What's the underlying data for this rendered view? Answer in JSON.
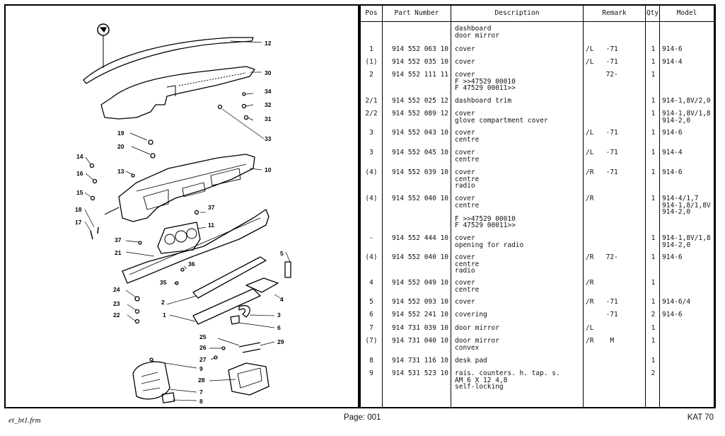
{
  "table": {
    "headers": {
      "pos": "Pos",
      "part": "Part Number",
      "desc": "Description",
      "remark": "Remark",
      "qty": "Qty",
      "model": "Model"
    },
    "rows": [
      {
        "pos": "",
        "part": "",
        "desc": "dashboard\ndoor mirror",
        "remark": "",
        "qty": "",
        "model": ""
      },
      {
        "pos": "1",
        "part": "914 552 063 10",
        "desc": "cover",
        "remark": "/L   -71",
        "qty": "1",
        "model": "914-6"
      },
      {
        "pos": "(1)",
        "part": "914 552 035 10",
        "desc": "cover",
        "remark": "/L   -71",
        "qty": "1",
        "model": "914-4"
      },
      {
        "pos": "2",
        "part": "914 552 111 11",
        "desc": "cover\nF              >>47529 00010\nF 47529 00011>>",
        "remark": "     72-",
        "qty": "1",
        "model": ""
      },
      {
        "pos": "2/1",
        "part": "914 552 025 12",
        "desc": "dashboard trim",
        "remark": "",
        "qty": "1",
        "model": "914-1,8V/2,0"
      },
      {
        "pos": "2/2",
        "part": "914 552 089 12",
        "desc": "cover\nglove compartment cover",
        "remark": "",
        "qty": "1",
        "model": "914-1,8V/1,8\n914-2,0"
      },
      {
        "pos": "3",
        "part": "914 552 043 10",
        "desc": "cover\ncentre",
        "remark": "/L   -71",
        "qty": "1",
        "model": "914-6"
      },
      {
        "pos": "3",
        "part": "914 552 045 10",
        "desc": "cover\ncentre",
        "remark": "/L   -71",
        "qty": "1",
        "model": "914-4"
      },
      {
        "pos": "(4)",
        "part": "914 552 039 10",
        "desc": "cover\ncentre\nradio",
        "remark": "/R   -71",
        "qty": "1",
        "model": "914-6"
      },
      {
        "pos": "(4)",
        "part": "914 552 040 10",
        "desc": "cover\ncentre\n\nF              >>47529 00010\nF 47529 00011>>",
        "remark": "/R",
        "qty": "1",
        "model": "914-4/1,7\n914-1,8/1,8V\n914-2,0"
      },
      {
        "pos": "-",
        "part": "914 552 444 10",
        "desc": "cover\nopening for radio",
        "remark": "",
        "qty": "1",
        "model": "914-1,8V/1,8\n914-2,0"
      },
      {
        "pos": "(4)",
        "part": "914 552 040 10",
        "desc": "cover\ncentre\nradio",
        "remark": "/R   72-",
        "qty": "1",
        "model": "914-6"
      },
      {
        "pos": "4",
        "part": "914 552 049 10",
        "desc": "cover\ncentre",
        "remark": "/R",
        "qty": "1",
        "model": ""
      },
      {
        "pos": "5",
        "part": "914 552 093 10",
        "desc": "cover",
        "remark": "/R   -71",
        "qty": "1",
        "model": "914-6/4"
      },
      {
        "pos": "6",
        "part": "914 552 241 10",
        "desc": "covering",
        "remark": "     -71",
        "qty": "2",
        "model": "914-6"
      },
      {
        "pos": "7",
        "part": "914 731 039 10",
        "desc": "door mirror",
        "remark": "/L",
        "qty": "1",
        "model": ""
      },
      {
        "pos": "(7)",
        "part": "914 731 040 10",
        "desc": "door mirror\nconvex",
        "remark": "/R    M",
        "qty": "1",
        "model": ""
      },
      {
        "pos": "8",
        "part": "914 731 116 10",
        "desc": "desk pad",
        "remark": "",
        "qty": "1",
        "model": ""
      },
      {
        "pos": "9",
        "part": "914 531 523 10",
        "desc": "rais. counters. h. tap. s.\nAM 6 X 12 4,8\nself-locking",
        "remark": "",
        "qty": "2",
        "model": ""
      }
    ]
  },
  "diagram": {
    "labels": [
      "12",
      "30",
      "34",
      "32",
      "31",
      "33",
      "19",
      "20",
      "10",
      "14",
      "13",
      "16",
      "15",
      "37",
      "18",
      "17",
      "11",
      "37",
      "21",
      "5",
      "36",
      "35",
      "24",
      "4",
      "2",
      "23",
      "3",
      "22",
      "1",
      "6",
      "25",
      "29",
      "26",
      "27",
      "9",
      "28",
      "7",
      "8"
    ]
  },
  "footer": {
    "left": "et_bt1.frm",
    "center": "Page: 001",
    "right": "KAT 70"
  }
}
